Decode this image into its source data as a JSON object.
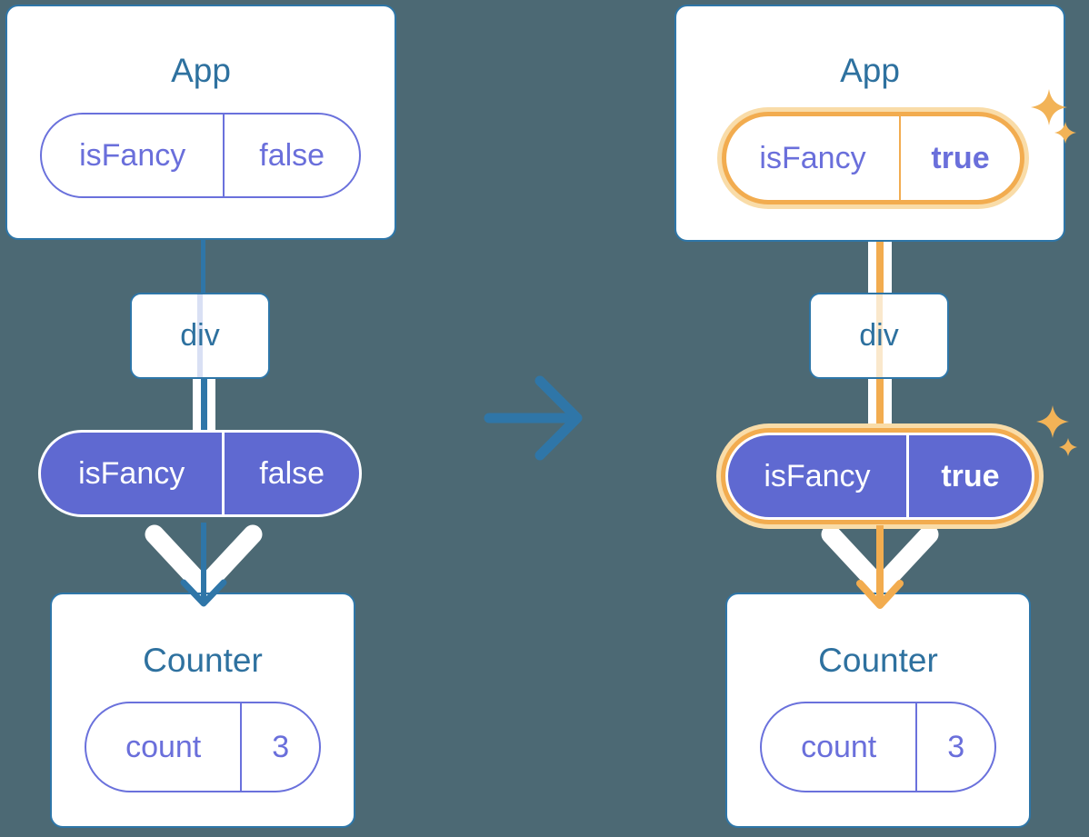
{
  "diagram": {
    "description": "React state diagram: App passes isFancy prop through div to Counter; left tree isFancy=false, right tree isFancy=true (highlighted)",
    "left": {
      "app": {
        "title": "App",
        "prop_name": "isFancy",
        "prop_value": "false"
      },
      "div_label": "div",
      "passed_prop": {
        "name": "isFancy",
        "value": "false"
      },
      "counter": {
        "title": "Counter",
        "state_name": "count",
        "state_value": "3"
      }
    },
    "right": {
      "app": {
        "title": "App",
        "prop_name": "isFancy",
        "prop_value": "true"
      },
      "div_label": "div",
      "passed_prop": {
        "name": "isFancy",
        "value": "true"
      },
      "counter": {
        "title": "Counter",
        "state_name": "count",
        "state_value": "3"
      }
    },
    "icons": {
      "transition": "right-arrow",
      "highlight": "sparkles"
    },
    "colors": {
      "background": "#4C6974",
      "card_border": "#2E76A8",
      "heading_text": "#2E719F",
      "purple_outline": "#6A71DC",
      "purple_text": "#6A6FDB",
      "purple_fill": "#5F69D1",
      "pale_blue_line": "#D9E0F4",
      "orange_highlight": "#F2AC4F",
      "orange_glow": "#F9DCA8",
      "pale_peach_line": "#FAE8CC",
      "sparkle": "#F2B357",
      "edge_blue": "#2F76A8",
      "white": "#FFFFFF"
    }
  }
}
